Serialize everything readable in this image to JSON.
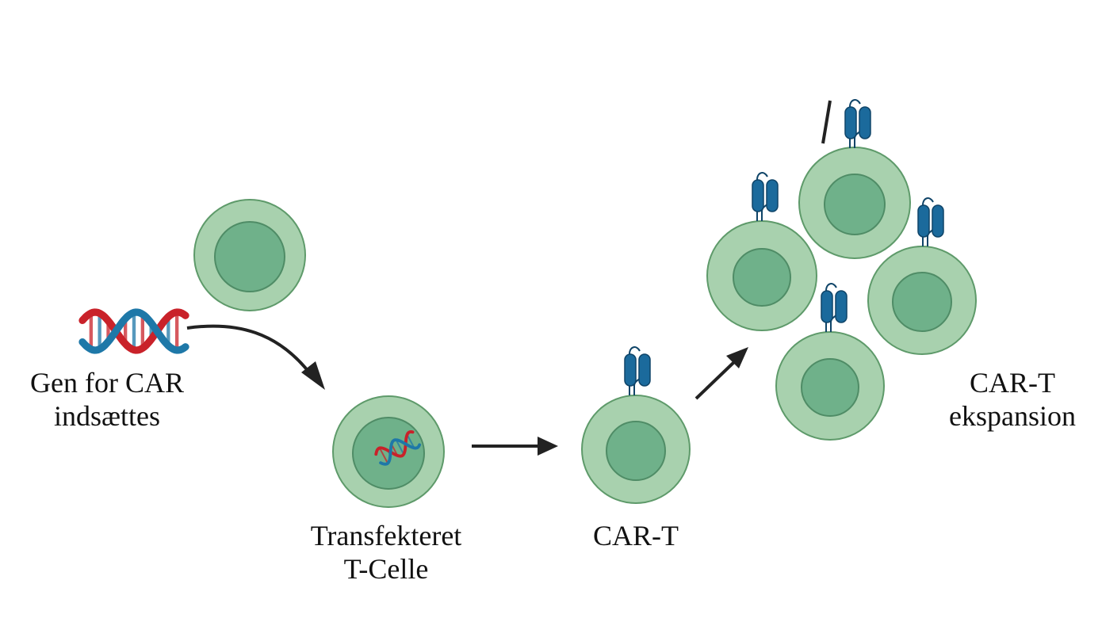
{
  "labels": {
    "gene_line1": "Gen for CAR",
    "gene_line2": "indsættes",
    "transfected_line1": "Transfekteret",
    "transfected_line2": "T-Celle",
    "cart": "CAR-T",
    "expansion_line1": "CAR-T",
    "expansion_line2": "ekspansion"
  },
  "colors": {
    "cell_outer": "#a8d1ae",
    "cell_outer_stroke": "#5e9a6a",
    "cell_nucleus": "#6fb18a",
    "cell_nucleus_stroke": "#4f8c66",
    "receptor": "#1b6a9c",
    "receptor_stroke": "#0f4468",
    "dna_red": "#c9222a",
    "dna_blue": "#1e78a8",
    "arrow": "#222222"
  },
  "icons": {
    "dna": "dna-helix-icon",
    "receptor": "car-receptor-icon",
    "cell": "t-cell-icon",
    "arrow": "process-arrow-icon"
  }
}
